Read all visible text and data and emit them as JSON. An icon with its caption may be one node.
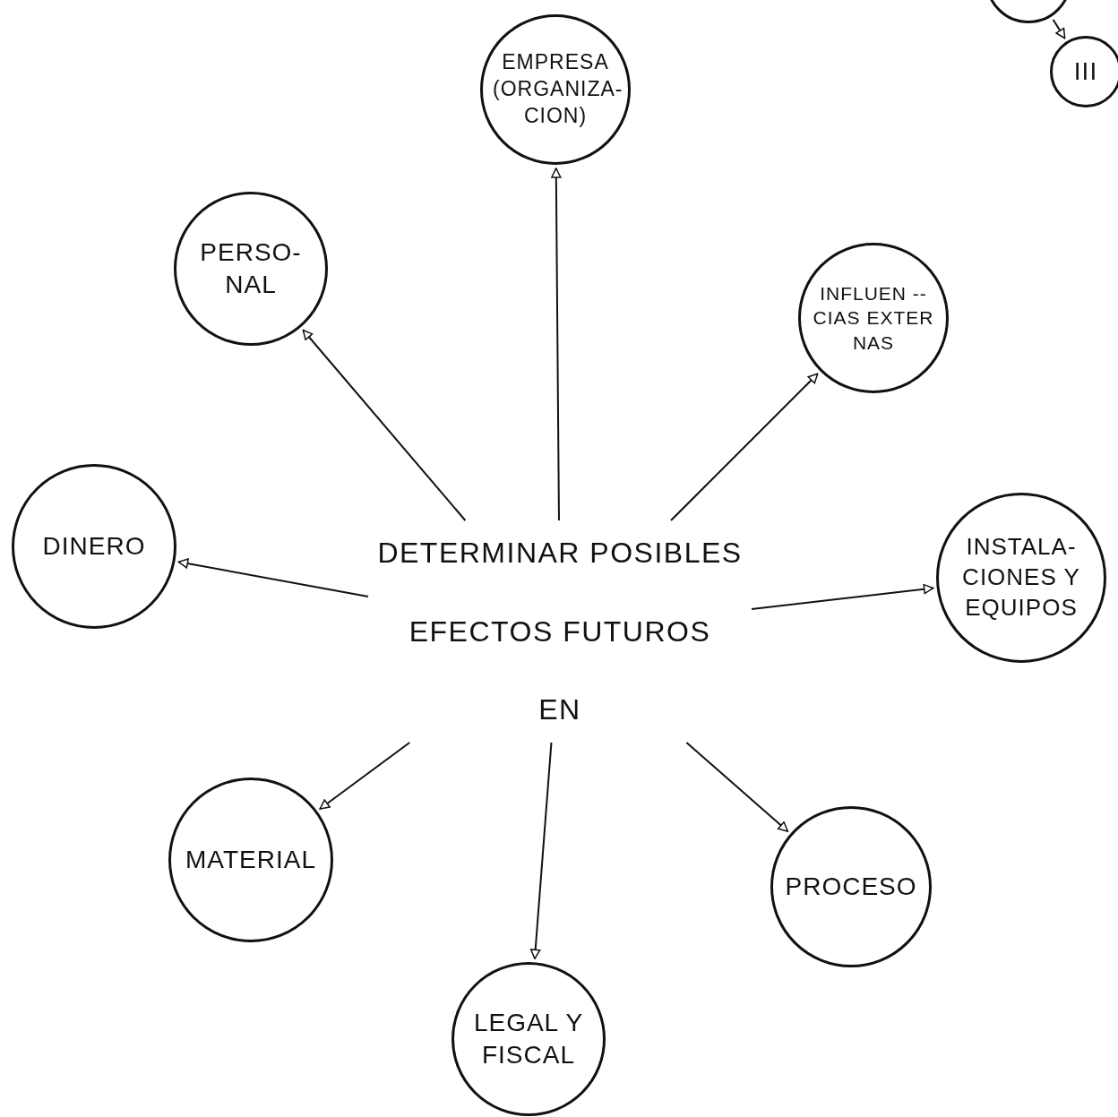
{
  "diagram": {
    "nodes": [
      {
        "text": [
          "EMPRESA (ORGANIZA- CION)"
        ]
      },
      {
        "text": [],
        "shape": "circle"
      },
      {
        "text": [
          "III"
        ]
      },
      {
        "text": [
          "PERSO- NAL"
        ]
      },
      {
        "text": [
          "INFLUEN -- CIAS EXTER NAS"
        ]
      },
      {
        "text": [
          "DINERO"
        ]
      },
      {
        "text": [
          "DETERMINAR POSIBLES",
          "EFECTOS FUTUROS",
          "EN"
        ]
      },
      {
        "text": [
          "INSTALA- CIONES Y EQUIPOS"
        ]
      },
      {
        "text": [
          "MATERIAL"
        ]
      },
      {
        "text": [
          "PROCESO"
        ]
      },
      {
        "text": [
          "LEGAL Y FISCAL"
        ]
      }
    ],
    "edges": [
      {
        "from": 1,
        "to": 2,
        "arrow": "to"
      },
      {
        "from": 6,
        "to": 0,
        "arrow": "to"
      },
      {
        "from": 6,
        "to": 3,
        "arrow": "to"
      },
      {
        "from": 6,
        "to": 4,
        "arrow": "to"
      },
      {
        "from": 6,
        "to": 5,
        "arrow": "to"
      },
      {
        "from": 6,
        "to": 7,
        "arrow": "to"
      },
      {
        "from": 6,
        "to": 8,
        "arrow": "to"
      },
      {
        "from": 6,
        "to": 9,
        "arrow": "to"
      },
      {
        "from": 6,
        "to": 10,
        "arrow": "to"
      }
    ]
  }
}
